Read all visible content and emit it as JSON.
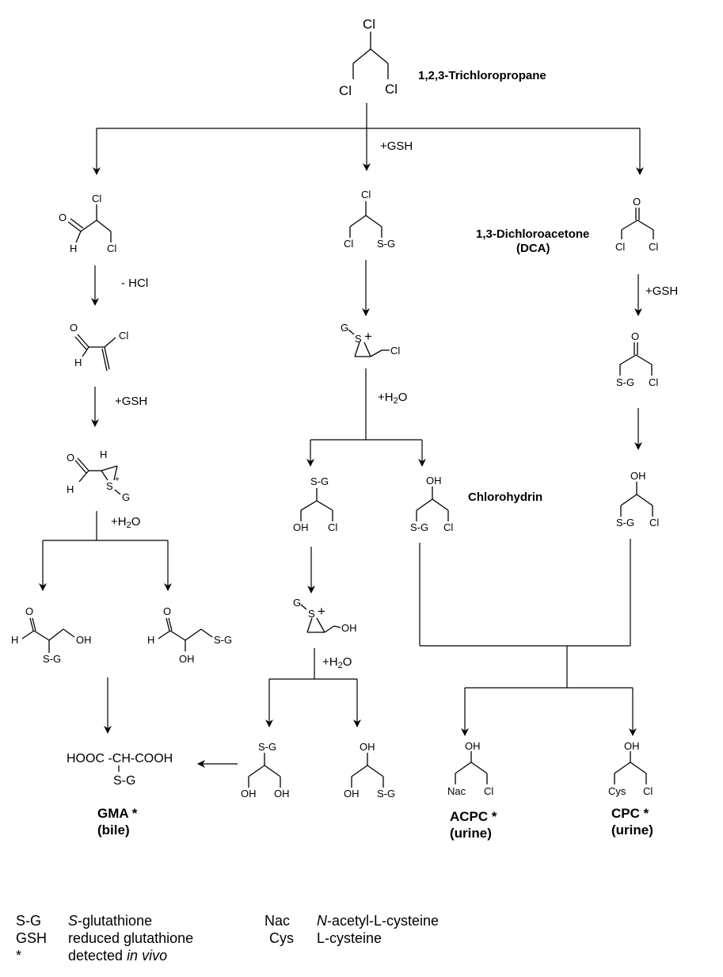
{
  "atoms": {
    "cl": "Cl",
    "o": "O",
    "h": "H",
    "oh": "OH",
    "sg": "S-G",
    "g": "G",
    "s": "S",
    "splus": "+",
    "nac": "Nac",
    "cys": "Cys"
  },
  "reagents": {
    "gsh": "+GSH",
    "hcl": "- HCl",
    "h2o_pre": "+H",
    "h2o_sub": "2",
    "h2o_post": "O"
  },
  "names": {
    "tcp": "1,2,3-Trichloropropane",
    "dca_line1": "1,3-Dichloroacetone",
    "dca_line2": "(DCA)",
    "chlorohydrin": "Chlorohydrin",
    "gma_formula_line1": "HOOC -CH-COOH",
    "gma_formula_line2": "S-G",
    "gma": "GMA *",
    "bile": "(bile)",
    "acpc": "ACPC *",
    "cpc": "CPC *",
    "urine": "(urine)"
  },
  "legend": {
    "rows": [
      {
        "abbr": "S-G",
        "def_italic": "S",
        "def_rest": "-glutathione"
      },
      {
        "abbr": "GSH",
        "def_italic": "",
        "def_rest": "reduced glutathione"
      },
      {
        "abbr": "*",
        "def_pre": "detected ",
        "def_italic": "in vivo"
      }
    ],
    "rows_right": [
      {
        "abbr": "Nac",
        "def_italic": "N",
        "def_rest": "-acetyl-L-cysteine"
      },
      {
        "abbr": "Cys",
        "def_italic": "",
        "def_rest": "L-cysteine"
      }
    ]
  }
}
